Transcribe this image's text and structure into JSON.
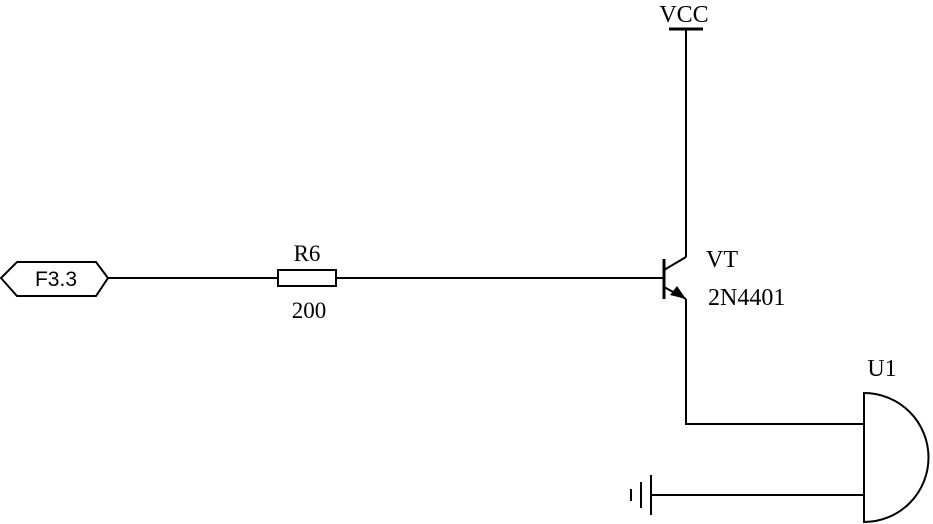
{
  "net_labels": {
    "power": "VCC",
    "input_port": "F3.3"
  },
  "resistor": {
    "designator": "R6",
    "value": "200"
  },
  "transistor": {
    "designator": "VT",
    "part_number": "2N4401"
  },
  "buzzer": {
    "designator": "U1"
  },
  "colors": {
    "line": "#000000",
    "background": "#ffffff"
  }
}
